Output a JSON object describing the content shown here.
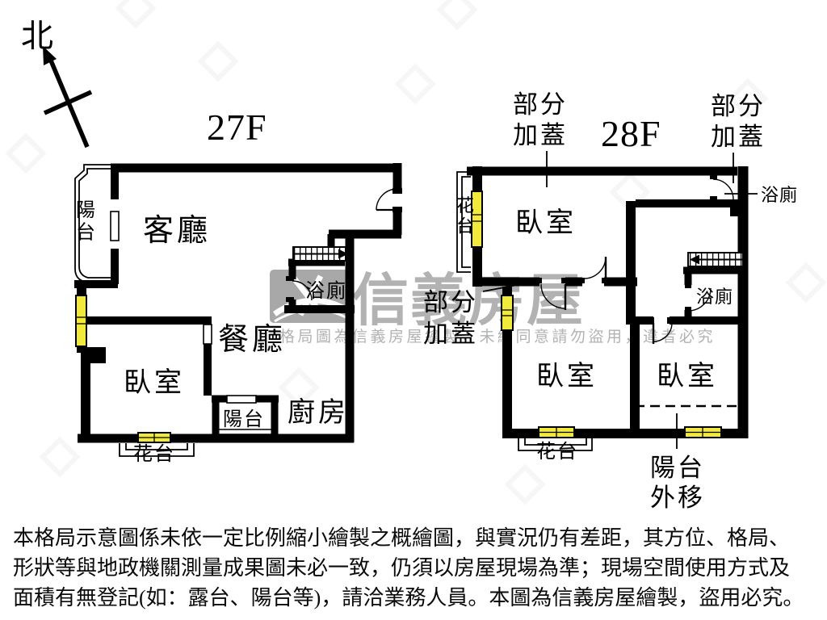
{
  "compass": {
    "north_label": "北"
  },
  "floors": {
    "f27": {
      "title": "27F",
      "rooms": {
        "living": "客廳",
        "dining": "餐廳",
        "bedroom": "臥室",
        "kitchen": "廚房",
        "bath": "浴廁",
        "balcony_left": "陽台",
        "balcony_bottom": "陽台",
        "flower_stand": "花台"
      }
    },
    "f28": {
      "title": "28F",
      "rooms": {
        "bedroom1": "臥室",
        "bedroom2": "臥室",
        "bedroom3": "臥室",
        "bath1": "浴廁",
        "bath2": "浴廁",
        "flower_left": "花台",
        "flower_bottom": "花台"
      },
      "annotations": {
        "partial_cover_1": [
          "部分",
          "加蓋"
        ],
        "partial_cover_2": [
          "部分",
          "加蓋"
        ],
        "partial_cover_3": [
          "部分",
          "加蓋"
        ],
        "balcony_moved": [
          "陽台",
          "外移"
        ]
      }
    }
  },
  "watermark": {
    "logo_text": "信義房屋",
    "notice": "格局圖為信義房屋繪製，未經同意請勿盜用，違者必究"
  },
  "disclaimer": {
    "lines": [
      "本格局示意圖係未依一定比例縮小繪製之概繪圖，與實況仍有差距，其方位、格局、",
      "形狀等與地政機關測量成果圖未必一致，仍須以房屋現場為準；現場空間使用方式及",
      "面積有無登記(如：露台、陽台等)，請洽業務人員。本圖為信義房屋繪製，盜用必究。"
    ]
  },
  "colors": {
    "wall": "#000000",
    "window_yellow": "#f2e93d",
    "watermark_gray": "#a8a8a8"
  }
}
